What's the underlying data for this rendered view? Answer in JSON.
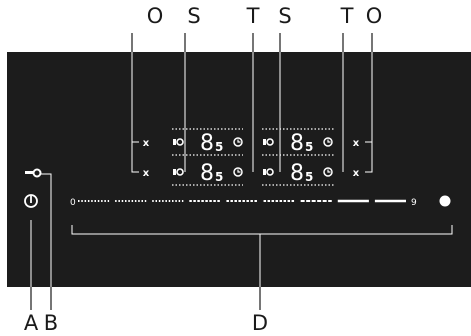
{
  "callouts": {
    "O_left": "O",
    "S_left": "S",
    "T_left": "T",
    "S_right": "S",
    "T_right": "T",
    "O_right": "O",
    "A": "A",
    "B": "B",
    "D": "D"
  },
  "panel": {
    "background": "#1c1c1c",
    "foreground": "#ffffff",
    "key_icon": "key-lock-icon",
    "power_icon": "power-icon",
    "boost_icon": "booster-icon",
    "timer_icon": "timer-clock-icon",
    "off_icon": "x-mark",
    "slider": {
      "min_label": "0",
      "max_label": "9",
      "segments": 9
    },
    "zones": [
      {
        "id": "front-left",
        "digit": "8",
        "subscript": "5",
        "x_label": "x"
      },
      {
        "id": "rear-left",
        "digit": "8",
        "subscript": "5",
        "x_label": "x"
      },
      {
        "id": "front-right",
        "digit": "8",
        "subscript": "5",
        "x_label": "x"
      },
      {
        "id": "rear-right",
        "digit": "8",
        "subscript": "5",
        "x_label": "x"
      }
    ]
  }
}
